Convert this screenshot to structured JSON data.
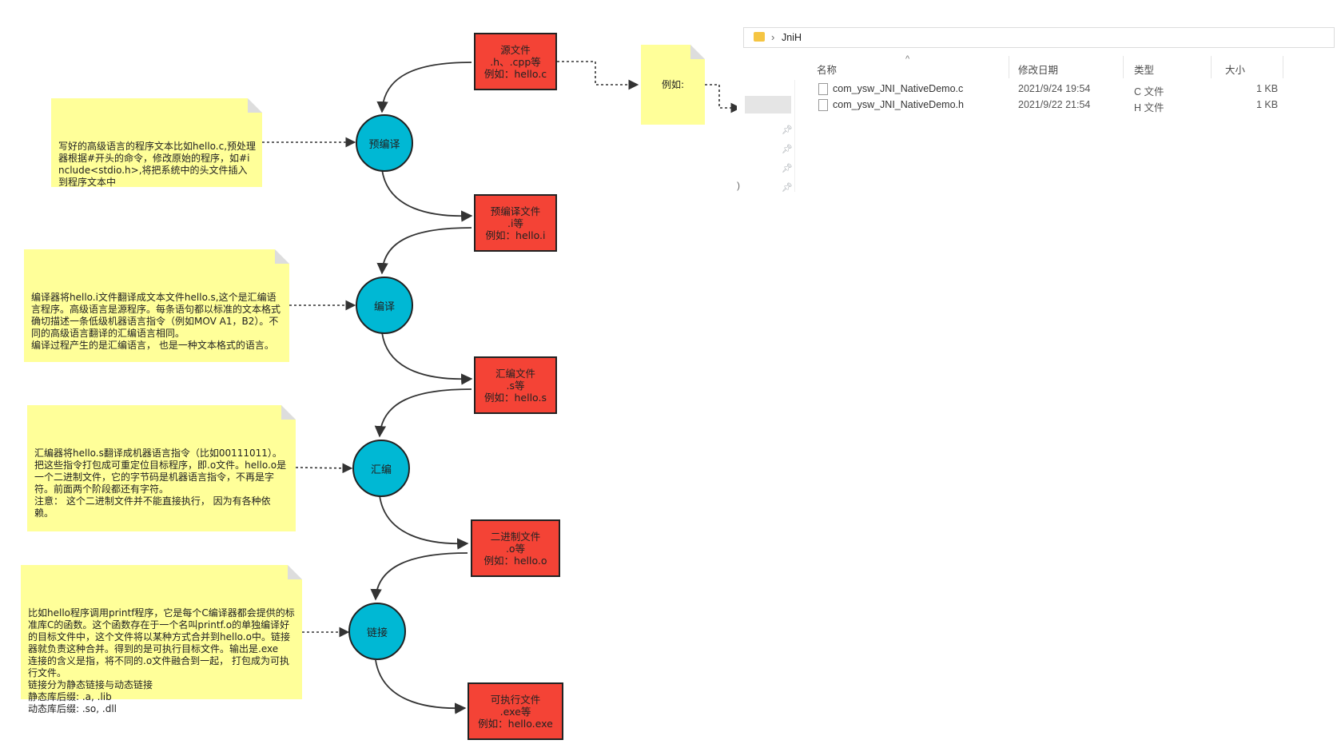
{
  "diagram": {
    "files": [
      {
        "lines": [
          "源文件",
          ".h、.cpp等",
          "例如：hello.c"
        ]
      },
      {
        "lines": [
          "预编译文件",
          ".i等",
          "例如：hello.i"
        ]
      },
      {
        "lines": [
          "汇编文件",
          ".s等",
          "例如：hello.s"
        ]
      },
      {
        "lines": [
          "二进制文件",
          ".o等",
          "例如：hello.o"
        ]
      },
      {
        "lines": [
          "可执行文件",
          ".exe等",
          "例如：hello.exe"
        ]
      }
    ],
    "stages": [
      "预编译",
      "编译",
      "汇编",
      "链接"
    ],
    "notes": [
      "写好的高级语言的程序文本比如hello.c,预处理器根据#开头的命令，修改原始的程序，如#include<stdio.h>,将把系统中的头文件插入到程序文本中",
      "编译器将hello.i文件翻译成文本文件hello.s,这个是汇编语言程序。高级语言是源程序。每条语句都以标准的文本格式确切描述一条低级机器语言指令（例如MOV A1，B2）。不同的高级语言翻译的汇编语言相同。\n编译过程产生的是汇编语言， 也是一种文本格式的语言。",
      "汇编器将hello.s翻译成机器语言指令（比如00111011）。把这些指令打包成可重定位目标程序，即.o文件。hello.o是一个二进制文件，它的字节码是机器语言指令，不再是字符。前面两个阶段都还有字符。\n注意： 这个二进制文件并不能直接执行， 因为有各种依赖。",
      "比如hello程序调用printf程序，它是每个C编译器都会提供的标准库C的函数。这个函数存在于一个名叫printf.o的单独编译好的目标文件中，这个文件将以某种方式合并到hello.o中。链接器就负责这种合并。得到的是可执行目标文件。输出是.exe\n连接的含义是指，将不同的.o文件融合到一起， 打包成为可执行文件。\n链接分为静态链接与动态链接\n静态库后缀: .a, .lib\n动态库后缀: .so, .dll"
    ],
    "example_note": "例如:"
  },
  "explorer": {
    "breadcrumb_sep": "›",
    "folder": "JniH",
    "sort_caret": "^",
    "columns": [
      "名称",
      "修改日期",
      "类型",
      "大小"
    ],
    "rows": [
      {
        "name": "com_ysw_JNI_NativeDemo.c",
        "date": "2021/9/24 19:54",
        "type": "C 文件",
        "size": "1 KB"
      },
      {
        "name": "com_ysw_JNI_NativeDemo.h",
        "date": "2021/9/22 21:54",
        "type": "H 文件",
        "size": "1 KB"
      }
    ],
    "left_fragment": ")",
    "colors": {
      "folder": "#f5c542",
      "pin": "#9aa0a6",
      "sidebar_selected": "#e5e5e5"
    }
  },
  "colors": {
    "file_box": "#f44336",
    "stage": "#00b8d4",
    "note": "#ffff99"
  }
}
